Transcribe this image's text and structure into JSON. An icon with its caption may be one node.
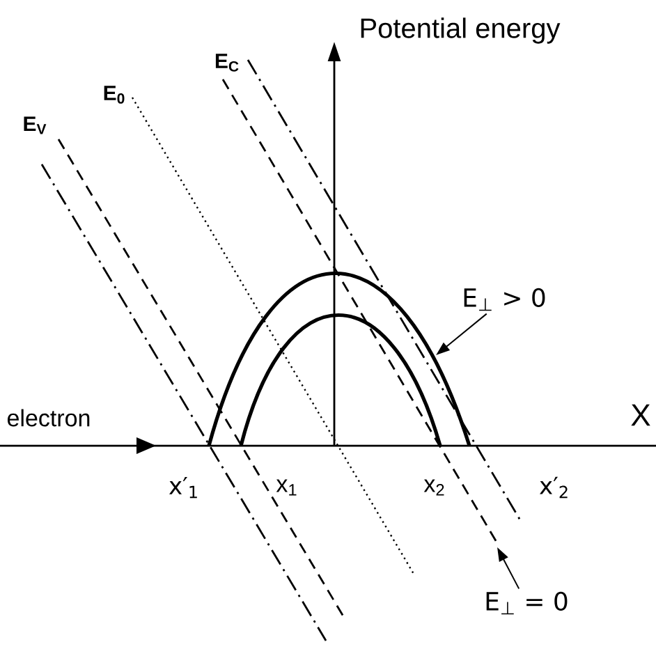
{
  "diagram": {
    "nodes": [
      {
        "text": [
          "E$_{⊥}$ > 0"
        ]
      },
      {
        "text": [
          "E$_{⊥}$ = 0"
        ]
      }
    ],
    "edges": [
      {
        "from": 0,
        "to": null,
        "arrow": "to"
      },
      {
        "from": 1,
        "to": null,
        "arrow": "to"
      }
    ],
    "labels": [
      "Potential energy",
      "E$_{C}$",
      "E$_{0}$",
      "E$_{V}$",
      "electron",
      "X",
      "x′$_{1}$",
      "x$_{1}$",
      "x$_{2}$",
      "x′$_{2}$"
    ]
  }
}
